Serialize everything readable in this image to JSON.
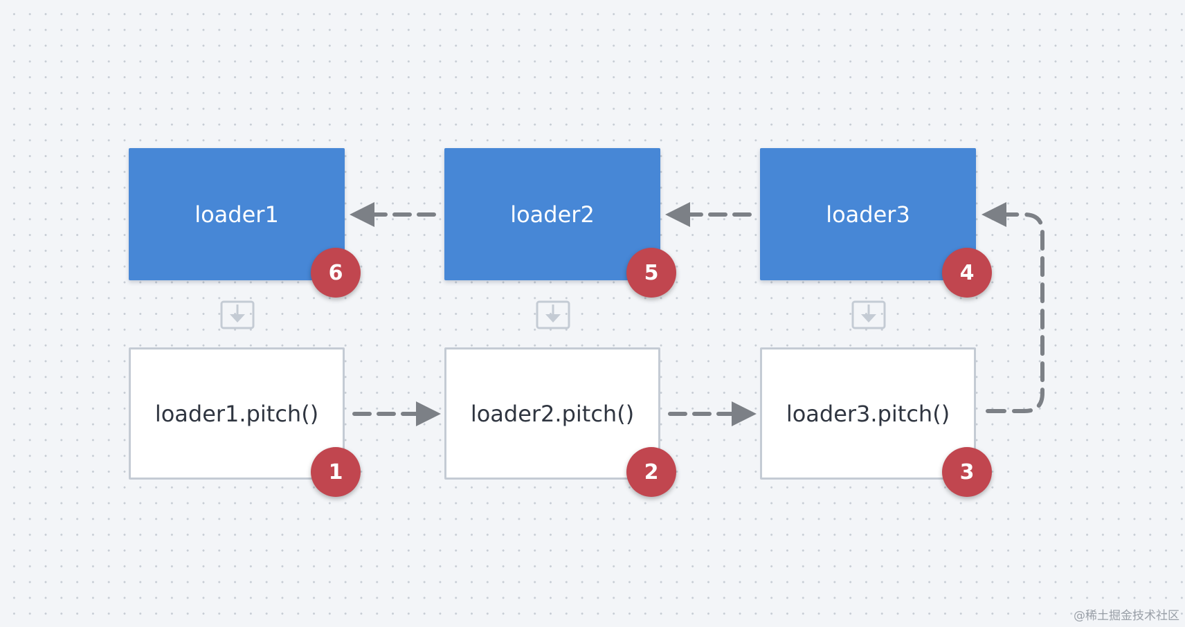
{
  "loaders": [
    {
      "label": "loader1",
      "badge": "6"
    },
    {
      "label": "loader2",
      "badge": "5"
    },
    {
      "label": "loader3",
      "badge": "4"
    }
  ],
  "pitches": [
    {
      "label": "loader1.pitch()",
      "badge": "1"
    },
    {
      "label": "loader2.pitch()",
      "badge": "2"
    },
    {
      "label": "loader3.pitch()",
      "badge": "3"
    }
  ],
  "watermark": "@稀土掘金技术社区",
  "colors": {
    "loader_fill": "#4787d6",
    "pitch_fill": "#ffffff",
    "badge_fill": "#c1464f",
    "arrow": "#7c8086",
    "background": "#f3f5f8"
  }
}
